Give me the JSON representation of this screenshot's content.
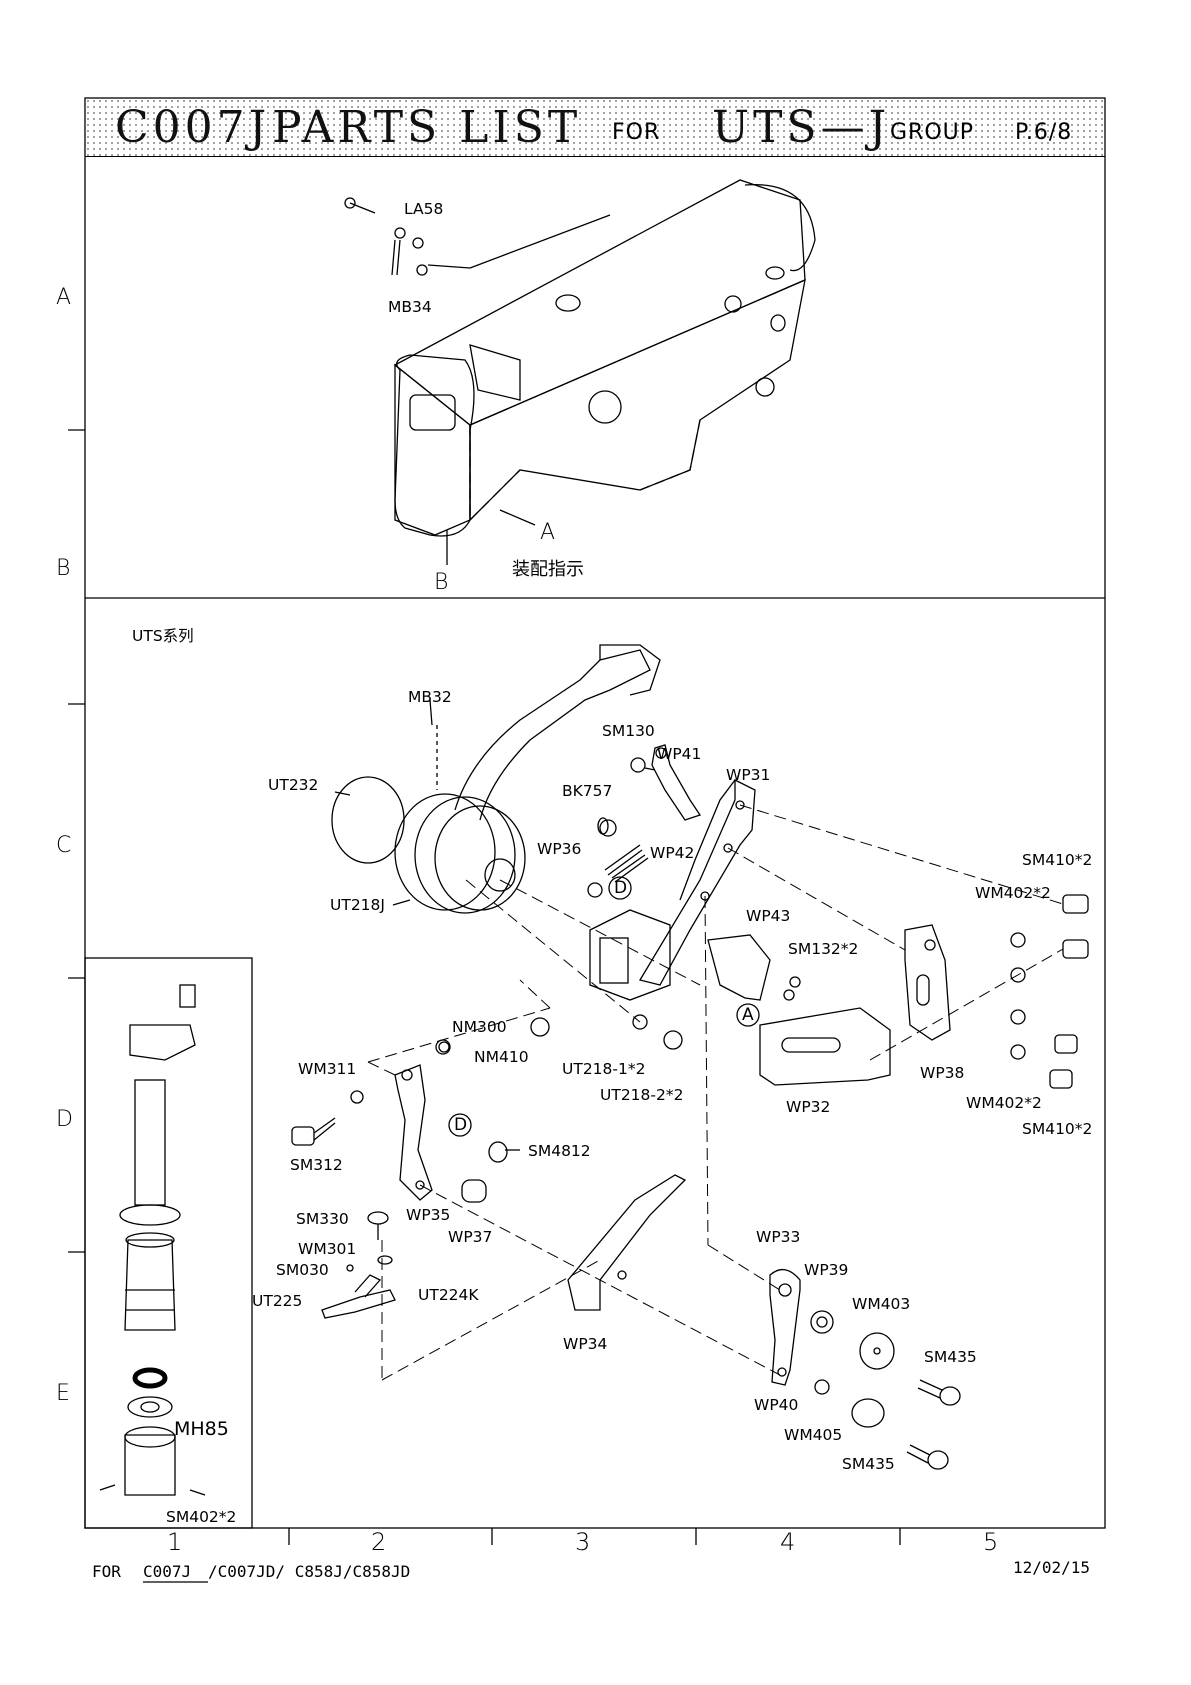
{
  "title": {
    "model": "C007J",
    "parts_list": "PARTS  LIST",
    "for": "FOR",
    "group_name": "UTS—J",
    "group": "GROUP",
    "page": "P.6/8"
  },
  "row_markers": [
    "A",
    "B",
    "C",
    "D",
    "E"
  ],
  "column_markers": [
    "1",
    "2",
    "3",
    "4",
    "5"
  ],
  "top_section": {
    "parts": [
      "LA58",
      "MB34"
    ],
    "assembly_marks": [
      "A",
      "B"
    ],
    "assembly_note": "装配指示"
  },
  "main_section": {
    "series_label": "UTS系列",
    "parts": [
      "MB32",
      "UT232",
      "UT218J",
      "SM130",
      "WP41",
      "WP31",
      "BK757",
      "WP36",
      "WP42",
      "WP43",
      "SM132*2",
      "SM410*2",
      "WM402*2",
      "NM300",
      "NM410",
      "UT218-1*2",
      "UT218-2*2",
      "WM311",
      "SM312",
      "SM4812",
      "WP35",
      "WP37",
      "WP32",
      "WP38",
      "WM402*2",
      "SM410*2",
      "SM330",
      "WM301",
      "SM030",
      "UT225",
      "UT224K",
      "WP34",
      "WP33",
      "WP39",
      "WM403",
      "SM435",
      "WP40",
      "WM405",
      "SM435"
    ],
    "callouts": [
      "D",
      "A",
      "D"
    ]
  },
  "inset": {
    "parts": [
      "MH85",
      "SM402*2"
    ]
  },
  "footer": {
    "prefix": "FOR",
    "models_underlined": "C007J",
    "models_rest": "/C007JD/ C858J/C858JD",
    "date": "12/02/15"
  }
}
